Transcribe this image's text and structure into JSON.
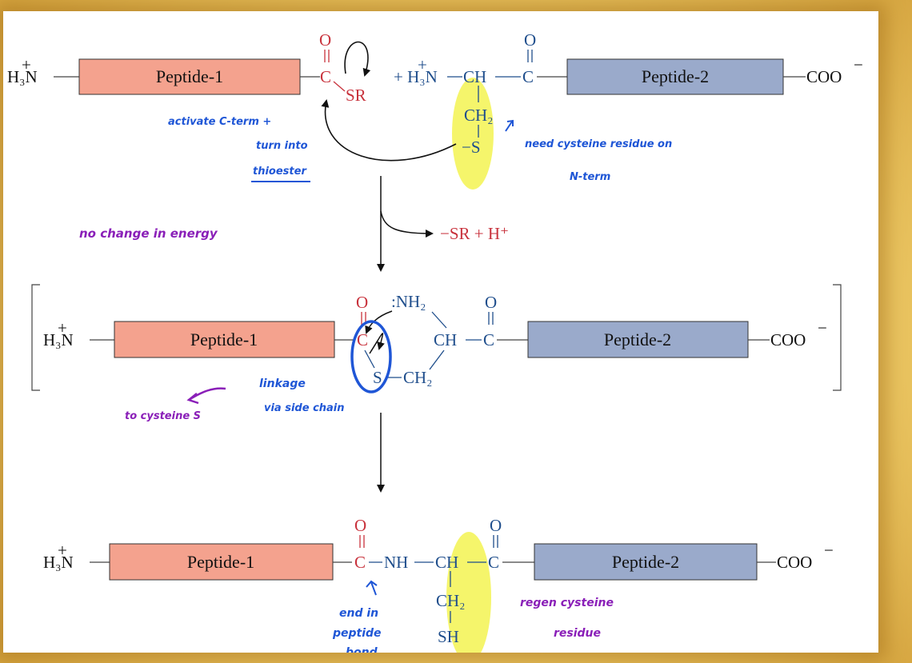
{
  "colors": {
    "peptide1_fill": "#f4a28e",
    "peptide2_fill": "#9aaacb",
    "thioester_red": "#c8323c",
    "cysteine_blue": "#1f4e8c",
    "annotation_blue": "#1f56d6",
    "annotation_purple": "#8a1fb8",
    "highlight_yellow": "#f5f542",
    "frame_gold": "#e9c35f"
  },
  "labels": {
    "peptide1": "Peptide-1",
    "peptide2": "Peptide-2",
    "n_term": "H₃N",
    "n_term_charge": "+",
    "c_term": "COO",
    "c_term_charge": "−"
  },
  "step1": {
    "o_atom": "O",
    "c_atom": "C",
    "sr_group": "SR",
    "plus_amine": "+ H₃N",
    "plus_charge": "+",
    "ch": "CH",
    "c2": "C",
    "o2": "O",
    "ch2": "CH₂",
    "s_minus": "−S"
  },
  "byproduct": "−SR + H⁺",
  "step2": {
    "o1": "O",
    "c1": "C",
    "nh2": ":NH₂",
    "o2": "O",
    "ch": "CH",
    "c2": "C",
    "s": "S",
    "ch2": "CH₂"
  },
  "step3": {
    "o1": "O",
    "c1": "C",
    "nh": "NH",
    "ch": "CH",
    "c2": "C",
    "o2": "O",
    "ch2": "CH₂",
    "sh": "SH"
  },
  "annotations": {
    "activate_line1": "activate C-term +",
    "activate_line2": "turn into",
    "activate_line3": "thioester",
    "need_cys_line1": "need cysteine residue on",
    "need_cys_line2": "N-term",
    "no_change": "no change in energy",
    "linkage_line1": "linkage",
    "linkage_line2": "via side chain",
    "to_cys": "to cysteine S",
    "end_in_line1": "end in",
    "end_in_line2": "peptide",
    "end_in_line3": "bond",
    "regen_line1": "regen cysteine",
    "regen_line2": "residue"
  }
}
